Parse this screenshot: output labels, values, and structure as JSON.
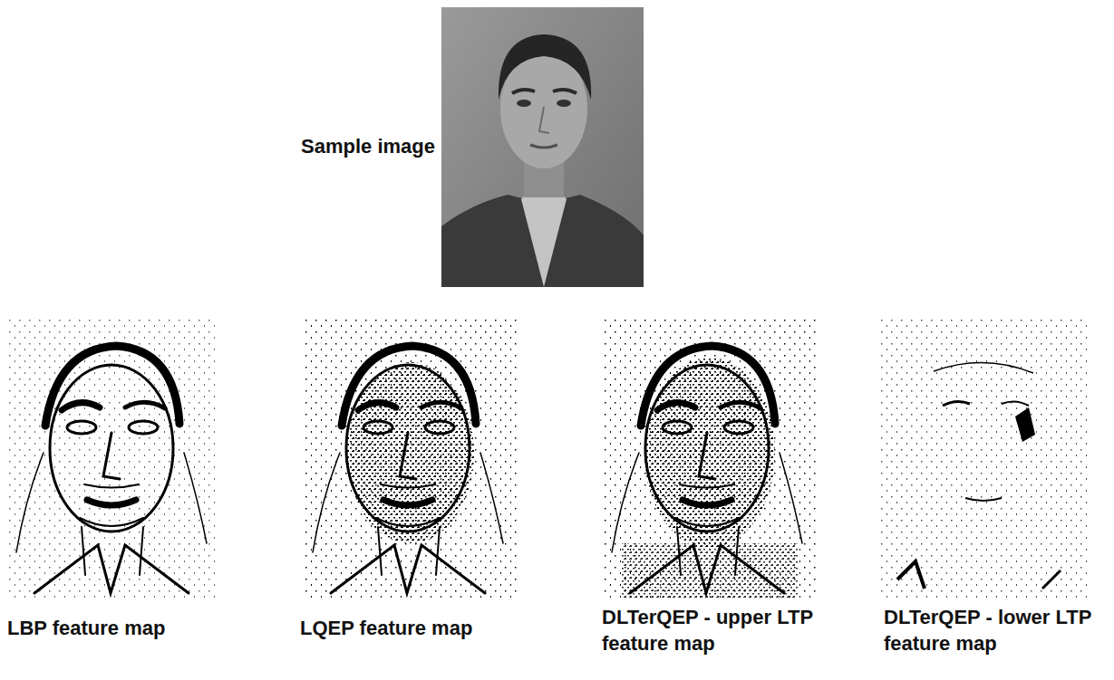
{
  "diagram": {
    "labels": [
      "Sample image",
      "LBP feature map",
      "LQEP feature map",
      "DLTerQEP - upper LTP feature map",
      "DLTerQEP - lower LTP feature map"
    ]
  }
}
